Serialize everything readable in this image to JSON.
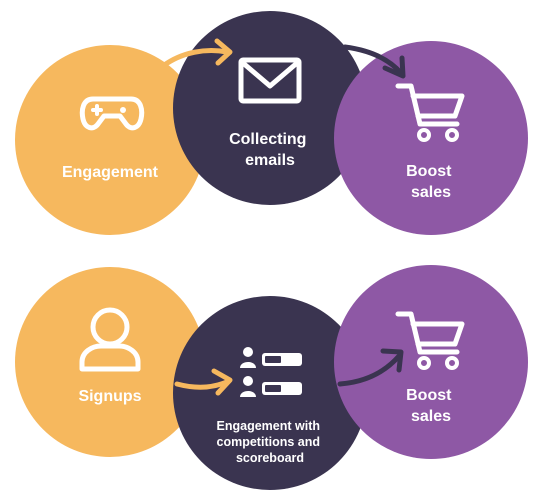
{
  "colors": {
    "orange": "#F6B85E",
    "dark": "#3A3450",
    "purple": "#8E58A5",
    "white": "#FFFFFF"
  },
  "flows": [
    {
      "steps": [
        {
          "label_lines": [
            "Engagement"
          ],
          "color": "orange",
          "icon": "gamepad-icon"
        },
        {
          "label_lines": [
            "Collecting",
            "emails"
          ],
          "color": "dark",
          "icon": "envelope-icon"
        },
        {
          "label_lines": [
            "Boost",
            "sales"
          ],
          "color": "purple",
          "icon": "shopping-cart-icon"
        }
      ]
    },
    {
      "steps": [
        {
          "label_lines": [
            "Signups"
          ],
          "color": "orange",
          "icon": "user-icon"
        },
        {
          "label_lines": [
            "Engagement with",
            "competitions and",
            "scoreboard"
          ],
          "color": "dark",
          "icon": "scoreboard-icon"
        },
        {
          "label_lines": [
            "Boost",
            "sales"
          ],
          "color": "purple",
          "icon": "shopping-cart-icon"
        }
      ]
    }
  ]
}
